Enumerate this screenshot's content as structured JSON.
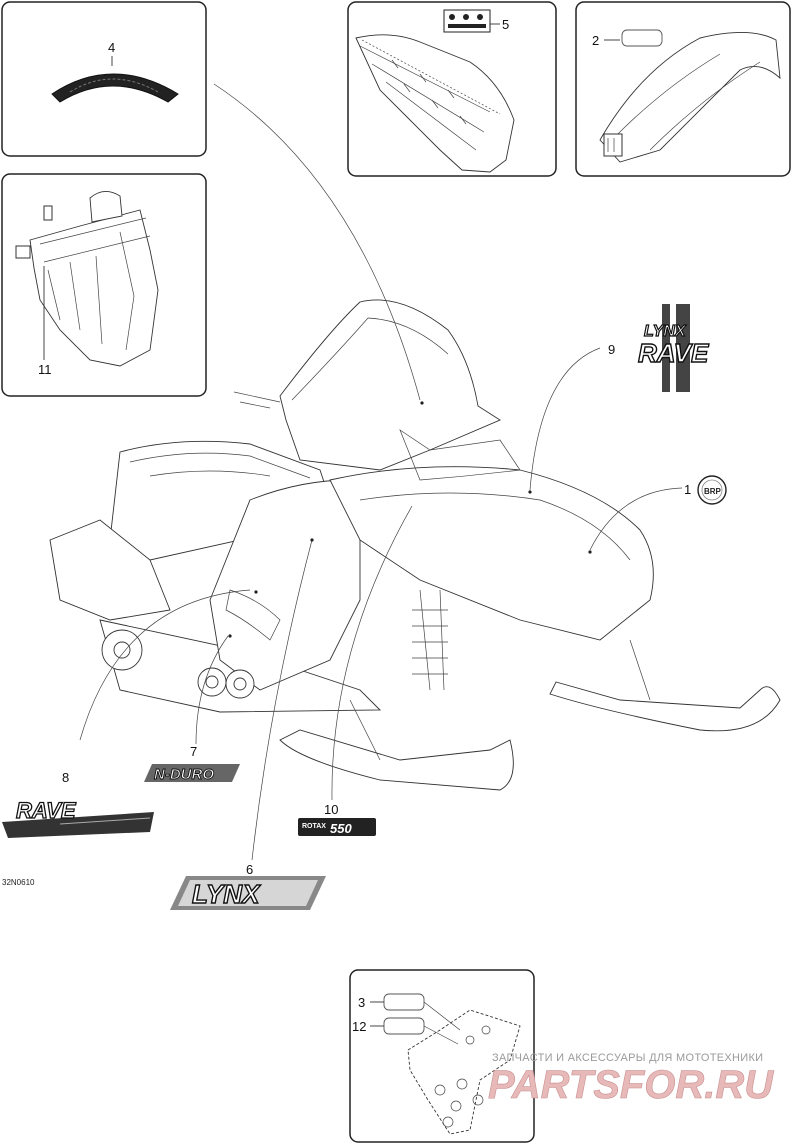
{
  "diagram_code": "32N0610",
  "callouts": [
    "1",
    "2",
    "3",
    "4",
    "5",
    "6",
    "7",
    "8",
    "9",
    "10",
    "11",
    "12"
  ],
  "decals": {
    "lynx_rave": {
      "top": "LYNX",
      "bottom": "RAVE"
    },
    "n_duro": "N-DURO",
    "rave": "RAVE",
    "rotax": {
      "brand": "ROTAX",
      "model": "550"
    },
    "lynx": "LYNX",
    "badge": "BRP"
  },
  "watermark": {
    "caption": "ЗАПЧАСТИ И АКСЕССУАРЫ ДЛЯ МОТОТЕХНИКИ",
    "logo": "PARTSFOR.RU"
  },
  "colors": {
    "line": "#333333",
    "watermark": "#e7b9b9"
  }
}
